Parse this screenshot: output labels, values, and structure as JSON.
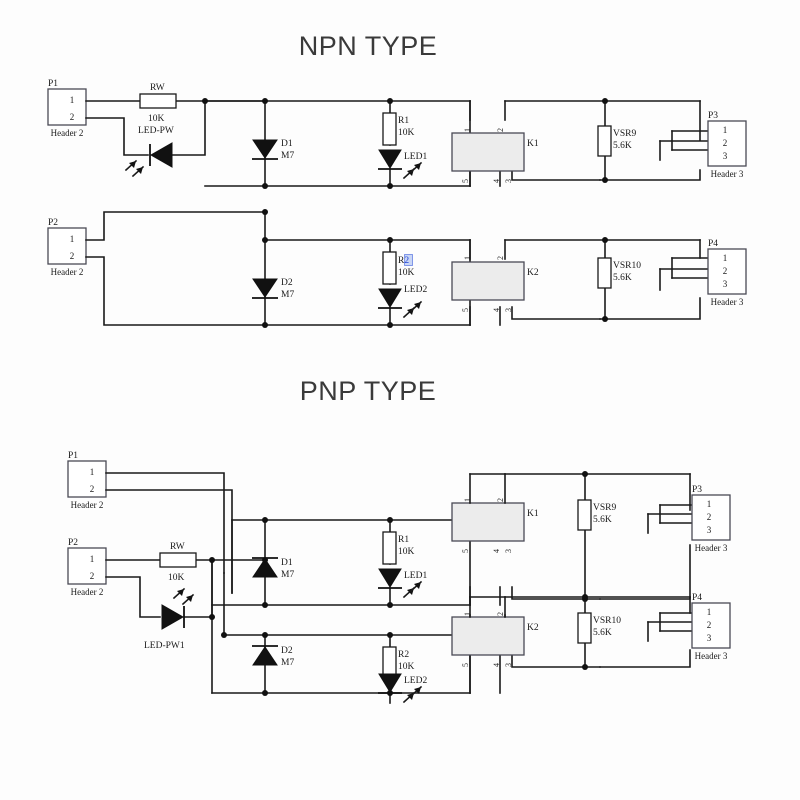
{
  "page": {
    "background": "#fdfdfd",
    "wire_color": "#1a1a1a",
    "relay_fill": "#ececec",
    "selection_color": "#1f44d8"
  },
  "sections": [
    {
      "id": "npn",
      "title": "NPN TYPE",
      "headers": [
        {
          "ref": "P1",
          "type": "Header 2",
          "pins": [
            "1",
            "2"
          ]
        },
        {
          "ref": "P2",
          "type": "Header 2",
          "pins": [
            "1",
            "2"
          ]
        },
        {
          "ref": "P3",
          "type": "Header 3",
          "pins": [
            "1",
            "2",
            "3"
          ]
        },
        {
          "ref": "P4",
          "type": "Header 3",
          "pins": [
            "1",
            "2",
            "3"
          ]
        }
      ],
      "power_resistor": {
        "ref": "RW",
        "value": "10K"
      },
      "power_led": {
        "ref": "LED-PW"
      },
      "channels": [
        {
          "diode": {
            "ref": "D1",
            "value": "M7"
          },
          "resistor": {
            "ref": "R1",
            "value": "10K"
          },
          "led": {
            "ref": "LED1"
          },
          "relay": {
            "ref": "K1",
            "pins_top": [
              "1",
              "2"
            ],
            "pins_bottom": [
              "5",
              "4",
              "3"
            ]
          },
          "varistor": {
            "ref": "VSR9",
            "value": "5.6K"
          },
          "output_header": "P3"
        },
        {
          "diode": {
            "ref": "D2",
            "value": "M7"
          },
          "resistor": {
            "ref": "R2",
            "value": "10K",
            "selected_char": "2"
          },
          "led": {
            "ref": "LED2"
          },
          "relay": {
            "ref": "K2",
            "pins_top": [
              "1",
              "2"
            ],
            "pins_bottom": [
              "5",
              "4",
              "3"
            ]
          },
          "varistor": {
            "ref": "VSR10",
            "value": "5.6K"
          },
          "output_header": "P4"
        }
      ]
    },
    {
      "id": "pnp",
      "title": "PNP TYPE",
      "headers": [
        {
          "ref": "P1",
          "type": "Header 2",
          "pins": [
            "1",
            "2"
          ]
        },
        {
          "ref": "P2",
          "type": "Header 2",
          "pins": [
            "1",
            "2"
          ]
        },
        {
          "ref": "P3",
          "type": "Header 3",
          "pins": [
            "1",
            "2",
            "3"
          ]
        },
        {
          "ref": "P4",
          "type": "Header 3",
          "pins": [
            "1",
            "2",
            "3"
          ]
        }
      ],
      "power_resistor": {
        "ref": "RW",
        "value": "10K"
      },
      "power_led": {
        "ref": "LED-PW1"
      },
      "channels": [
        {
          "diode": {
            "ref": "D1",
            "value": "M7"
          },
          "resistor": {
            "ref": "R1",
            "value": "10K"
          },
          "led": {
            "ref": "LED1"
          },
          "relay": {
            "ref": "K1",
            "pins_top": [
              "1",
              "2"
            ],
            "pins_bottom": [
              "5",
              "4",
              "3"
            ]
          },
          "varistor": {
            "ref": "VSR9",
            "value": "5.6K"
          },
          "output_header": "P3"
        },
        {
          "diode": {
            "ref": "D2",
            "value": "M7"
          },
          "resistor": {
            "ref": "R2",
            "value": "10K"
          },
          "led": {
            "ref": "LED2"
          },
          "relay": {
            "ref": "K2",
            "pins_top": [
              "1",
              "2"
            ],
            "pins_bottom": [
              "5",
              "4",
              "3"
            ]
          },
          "varistor": {
            "ref": "VSR10",
            "value": "5.6K"
          },
          "output_header": "P4"
        }
      ]
    }
  ]
}
